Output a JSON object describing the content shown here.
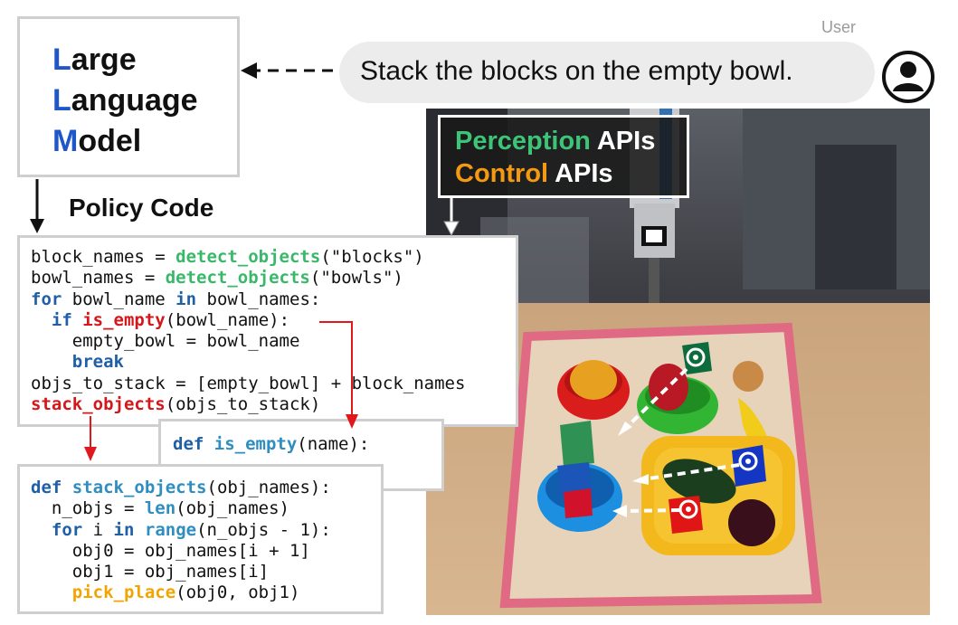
{
  "llm": {
    "line1_cap": "L",
    "line1_rest": "arge",
    "line2_cap": "L",
    "line2_rest": "anguage",
    "line3_cap": "M",
    "line3_rest": "odel"
  },
  "user": {
    "label": "User",
    "message": "Stack the blocks on the empty bowl."
  },
  "policy_label": "Policy Code",
  "apis": {
    "perception_word": "Perception",
    "control_word": "Control",
    "apis_word": "APIs"
  },
  "code": {
    "main": {
      "l1_a": "block_names = ",
      "l1_fn": "detect_objects",
      "l1_b": "(\"blocks\")",
      "l2_a": "bowl_names = ",
      "l2_fn": "detect_objects",
      "l2_b": "(\"bowls\")",
      "l3_for": "for",
      "l3_a": " bowl_name ",
      "l3_in": "in",
      "l3_b": " bowl_names:",
      "l4_indent": "  ",
      "l4_if": "if",
      "l4_sp": " ",
      "l4_fn": "is_empty",
      "l4_b": "(bowl_name):",
      "l5": "    empty_bowl = bowl_name",
      "l6_indent": "    ",
      "l6_break": "break",
      "l7": "objs_to_stack = [empty_bowl] + block_names",
      "l8_fn": "stack_objects",
      "l8_b": "(objs_to_stack)"
    },
    "is_empty": {
      "def": "def",
      "sp": " ",
      "fn": "is_empty",
      "rest": "(name):",
      "ellipsis": "  ..."
    },
    "stack": {
      "def": "def",
      "sp": " ",
      "fn": "stack_objects",
      "rest": "(obj_names):",
      "l2_a": "  n_objs = ",
      "l2_fn": "len",
      "l2_b": "(obj_names)",
      "l3_indent": "  ",
      "l3_for": "for",
      "l3_a": " i ",
      "l3_in": "in",
      "l3_sp": " ",
      "l3_fn": "range",
      "l3_b": "(n_objs - 1):",
      "l4": "    obj0 = obj_names[i + 1]",
      "l5": "    obj1 = obj_names[i]",
      "l6_indent": "    ",
      "l6_fn": "pick_place",
      "l6_b": "(obj0, obj1)"
    }
  },
  "colors": {
    "llm_capital_blue": "#1f57c8",
    "perception_green": "#3ec476",
    "control_orange": "#f39a12",
    "keyword_blue": "#1f5fa8",
    "arrow_red": "#e0181b"
  },
  "icons": [
    "user-avatar-icon",
    "detection-marker-icon"
  ]
}
